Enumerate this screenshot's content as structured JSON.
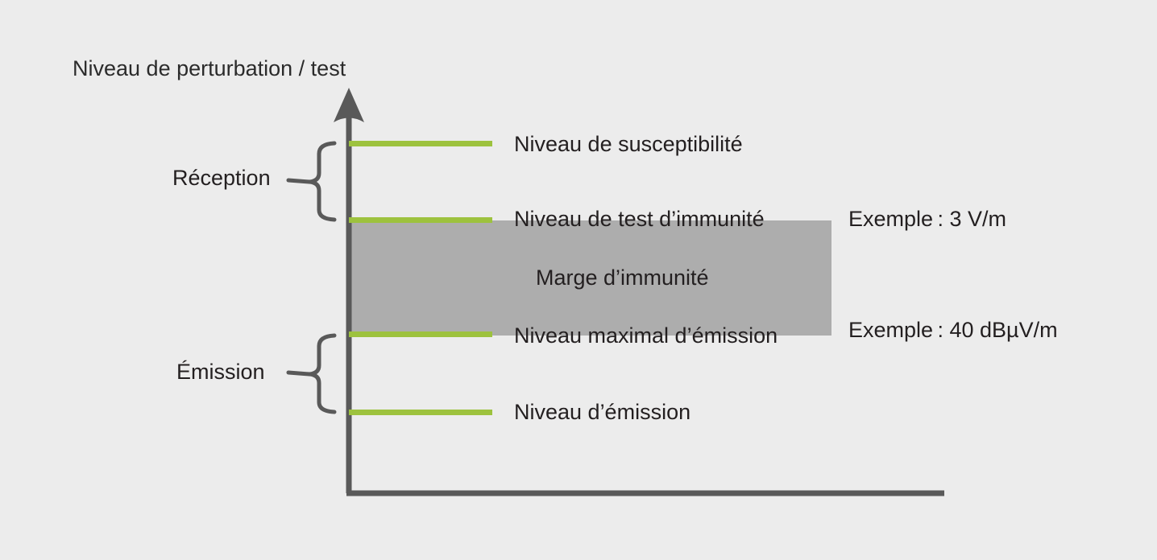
{
  "diagram": {
    "axis_title": "Niveau de perturbation / test",
    "background_color": "#ececec",
    "axis_color": "#595959",
    "level_line_color": "#9dc23e",
    "margin_box_color": "#adadad",
    "text_color": "#231f20"
  },
  "groups": [
    {
      "key": "reception",
      "label": "Réception"
    },
    {
      "key": "emission",
      "label": "Émission"
    }
  ],
  "levels": [
    {
      "key": "susceptibilite",
      "label": "Niveau de susceptibilité",
      "group": "reception",
      "example": ""
    },
    {
      "key": "test_immunite",
      "label": "Niveau de test d’immunité",
      "group": "reception",
      "example": "Exemple : 3 V/m"
    },
    {
      "key": "max_emission",
      "label": "Niveau maximal d’émission",
      "group": "emission",
      "example": "Exemple : 40 dBµV/m"
    },
    {
      "key": "emission",
      "label": "Niveau d’émission",
      "group": "emission",
      "example": ""
    }
  ],
  "margin": {
    "label": "Marge d’immunité"
  },
  "chart_data": {
    "type": "diagram",
    "title": "Niveau de perturbation / test",
    "ylabel": "Niveau de perturbation / test",
    "xlabel": "",
    "grid": false,
    "legend": "none",
    "categories": [
      "Niveau de susceptibilité",
      "Niveau de test d’immunité",
      "Niveau maximal d’émission",
      "Niveau d’émission"
    ],
    "annotations": [
      "Réception",
      "Émission",
      "Marge d’immunité",
      "Exemple : 3 V/m",
      "Exemple : 40 dBµV/m"
    ]
  }
}
